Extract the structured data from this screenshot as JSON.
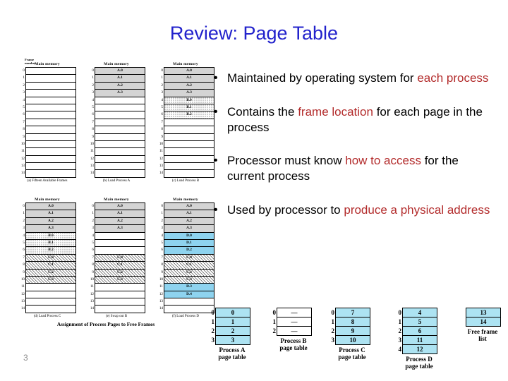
{
  "slide": {
    "title": "Review: Page Table",
    "page_number": "3",
    "title_color": "#2222cc",
    "highlight_color": "#b32c2c"
  },
  "bullets": [
    {
      "pre": "Maintained by operating system for ",
      "hl": "each process",
      "post": ""
    },
    {
      "pre": "Contains the ",
      "hl": "frame location",
      "post": " for each page in the process"
    },
    {
      "pre": "Processor must know ",
      "hl": "how to access",
      "post": " for the current process"
    },
    {
      "pre": "Used by processor to ",
      "hl": "produce a physical address",
      "post": ""
    }
  ],
  "diagram": {
    "frame_number_label": "Frame number",
    "main_memory_label": "Main memory",
    "assignment_caption": "Assignment of Process Pages to Free Frames",
    "row_indices": [
      "0",
      "1",
      "2",
      "3",
      "4",
      "5",
      "6",
      "7",
      "8",
      "9",
      "10",
      "11",
      "12",
      "13",
      "14"
    ],
    "panels": [
      {
        "caption": "(a) Fifteen Available Frames",
        "cells": [
          "",
          "",
          "",
          "",
          "",
          "",
          "",
          "",
          "",
          "",
          "",
          "",
          "",
          "",
          ""
        ],
        "fills": [
          "",
          "",
          "",
          "",
          "",
          "",
          "",
          "",
          "",
          "",
          "",
          "",
          "",
          "",
          ""
        ]
      },
      {
        "caption": "(b) Load Process A",
        "cells": [
          "A.0",
          "A.1",
          "A.2",
          "A.3",
          "",
          "",
          "",
          "",
          "",
          "",
          "",
          "",
          "",
          "",
          ""
        ],
        "fills": [
          "gray",
          "gray",
          "gray",
          "gray",
          "",
          "",
          "",
          "",
          "",
          "",
          "",
          "",
          "",
          "",
          ""
        ]
      },
      {
        "caption": "(c) Load Process B",
        "cells": [
          "A.0",
          "A.1",
          "A.2",
          "A.3",
          "B.0",
          "B.1",
          "B.2",
          "",
          "",
          "",
          "",
          "",
          "",
          "",
          ""
        ],
        "fills": [
          "gray",
          "gray",
          "gray",
          "gray",
          "dots",
          "dots",
          "dots",
          "",
          "",
          "",
          "",
          "",
          "",
          "",
          ""
        ]
      },
      {
        "caption": "(d) Load Process C",
        "cells": [
          "A.0",
          "A.1",
          "A.2",
          "A.3",
          "B.0",
          "B.1",
          "B.2",
          "C.0",
          "C.1",
          "C.2",
          "C.3",
          "",
          "",
          "",
          ""
        ],
        "fills": [
          "gray",
          "gray",
          "gray",
          "gray",
          "dots",
          "dots",
          "dots",
          "hatch",
          "hatch",
          "hatch",
          "hatch",
          "",
          "",
          "",
          ""
        ]
      },
      {
        "caption": "(e) Swap out B",
        "cells": [
          "A.0",
          "A.1",
          "A.2",
          "A.3",
          "",
          "",
          "",
          "C.0",
          "C.1",
          "C.2",
          "C.3",
          "",
          "",
          "",
          ""
        ],
        "fills": [
          "gray",
          "gray",
          "gray",
          "gray",
          "",
          "",
          "",
          "hatch",
          "hatch",
          "hatch",
          "hatch",
          "",
          "",
          "",
          ""
        ]
      },
      {
        "caption": "(f) Load Process D",
        "cells": [
          "A.0",
          "A.1",
          "A.2",
          "A.3",
          "D.0",
          "D.1",
          "D.2",
          "C.0",
          "C.1",
          "C.2",
          "C.3",
          "D.3",
          "D.4",
          "",
          ""
        ],
        "fills": [
          "gray",
          "gray",
          "gray",
          "gray",
          "blue",
          "blue",
          "blue",
          "hatch",
          "hatch",
          "hatch",
          "hatch",
          "blue",
          "blue",
          "",
          ""
        ]
      }
    ]
  },
  "page_tables": [
    {
      "caption": "Process A\npage table",
      "indices": [
        "0",
        "1",
        "2",
        "3"
      ],
      "values": [
        "0",
        "1",
        "2",
        "3"
      ],
      "empty": false
    },
    {
      "caption": "Process B\npage table",
      "indices": [
        "0",
        "1",
        "2"
      ],
      "values": [
        "—",
        "—",
        "—"
      ],
      "empty": true
    },
    {
      "caption": "Process C\npage table",
      "indices": [
        "0",
        "1",
        "2",
        "3"
      ],
      "values": [
        "7",
        "8",
        "9",
        "10"
      ],
      "empty": false
    },
    {
      "caption": "Process D\npage table",
      "indices": [
        "0",
        "1",
        "2",
        "3",
        "4"
      ],
      "values": [
        "4",
        "5",
        "6",
        "11",
        "12"
      ],
      "empty": false
    },
    {
      "caption": "Free frame\nlist",
      "indices": [
        "",
        ""
      ],
      "values": [
        "13",
        "14"
      ],
      "empty": false
    }
  ]
}
